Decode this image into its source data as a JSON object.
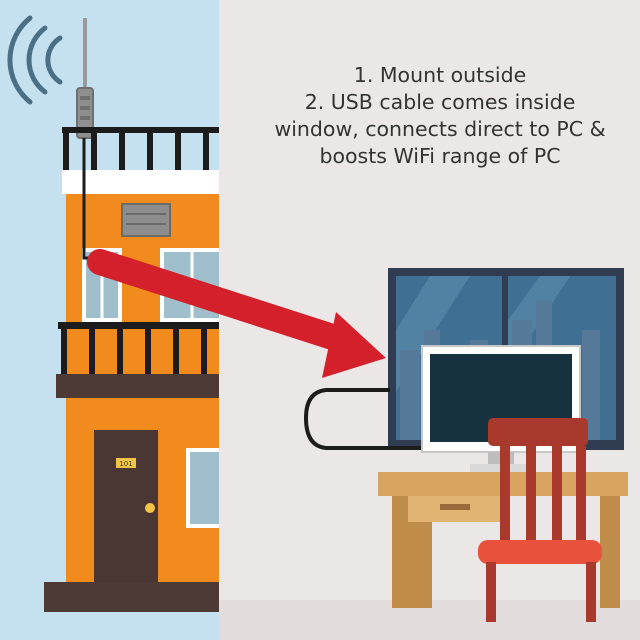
{
  "instructions": {
    "line1": "1. Mount outside",
    "line2a": "2. USB cable comes inside",
    "line2b": "window, connects direct to PC &",
    "line2c": "boosts WiFi range of PC"
  },
  "house": {
    "door_number": "101"
  },
  "colors": {
    "sky": "#c5e1ef",
    "wall": "#ece7e7",
    "building": "#f28b1e",
    "arrow": "#d3202a",
    "railing": "#1c1c1c",
    "window_glass": "#3f6f92",
    "desk": "#d8a561",
    "chair": "#a8392c",
    "seat": "#e8513b",
    "monitor_screen": "#17323f"
  }
}
